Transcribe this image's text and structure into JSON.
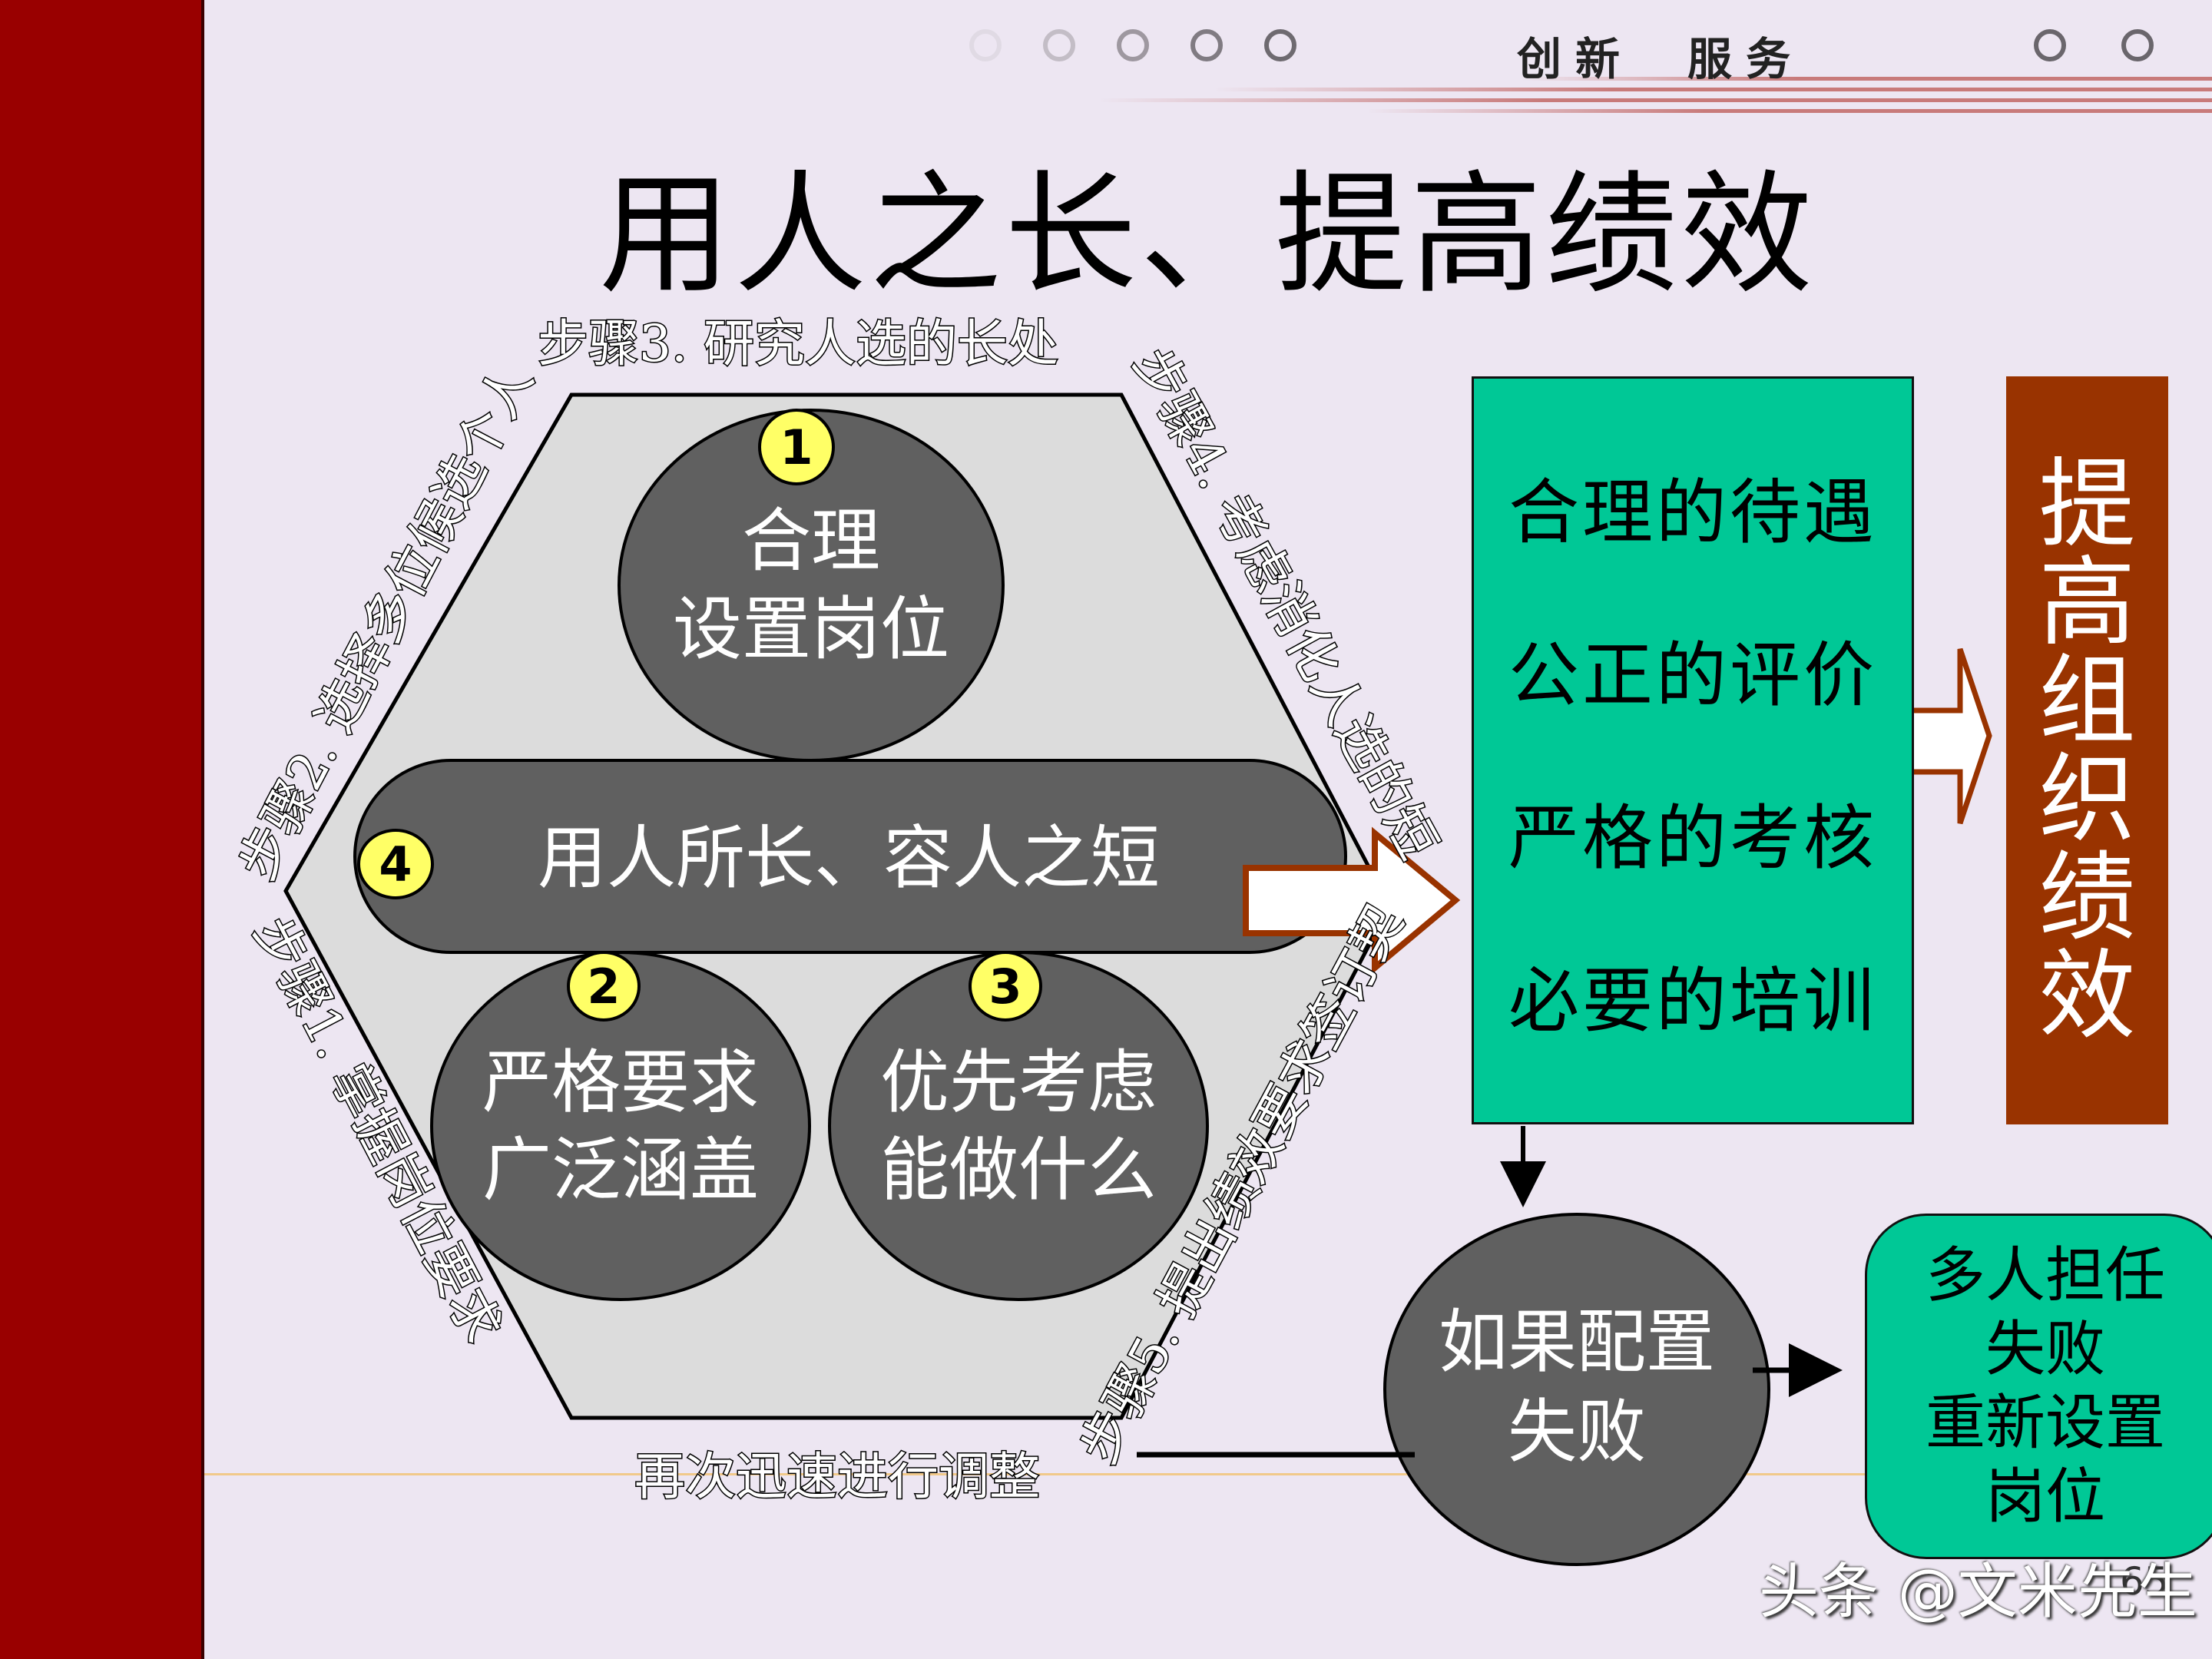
{
  "header": {
    "brand_left": "创新",
    "brand_right": "服务",
    "dots_left_count": 5,
    "dots_right_count": 2
  },
  "title": "用人之长、提高绩效",
  "steps": {
    "step1": "步骤1. 掌握岗位要求",
    "step2": "步骤2. 选择多位候选个人",
    "step3": "步骤3. 研究人选的长处",
    "step4": "步骤4. 考虑消化人选的短处",
    "step5": "步骤5. 提出绩效要求签订契约",
    "adjust": "再次迅速进行调整"
  },
  "center_nodes": [
    {
      "badge": "1",
      "lines": [
        "合理",
        "设置岗位"
      ]
    },
    {
      "badge": "2",
      "lines": [
        "严格要求",
        "广泛涵盖"
      ]
    },
    {
      "badge": "3",
      "lines": [
        "优先考虑",
        "能做什么"
      ]
    },
    {
      "badge": "4",
      "lines": [
        "用人所长、容人之短"
      ]
    }
  ],
  "measures": {
    "items": [
      "合理的待遇",
      "公正的评价",
      "严格的考核",
      "必要的培训"
    ]
  },
  "outcome": {
    "label": "提高组织绩效",
    "chars": [
      "提",
      "高",
      "组",
      "织",
      "绩",
      "效"
    ]
  },
  "failure_node": {
    "lines": [
      "如果配置",
      "失败"
    ]
  },
  "fallback_box": {
    "lines": [
      "多人担任",
      "失败",
      "重新设置",
      "岗位"
    ]
  },
  "watermark": "头条 @文米先生",
  "page_number": "65",
  "colors": {
    "left_bar": "#990000",
    "background": "#ede6f2",
    "hexagon_fill": "#dcdcdc",
    "node_fill": "#606060",
    "badge_fill": "#ffff66",
    "measures_fill": "#00c896",
    "outcome_fill": "#993300",
    "arrow_border": "#993300"
  }
}
